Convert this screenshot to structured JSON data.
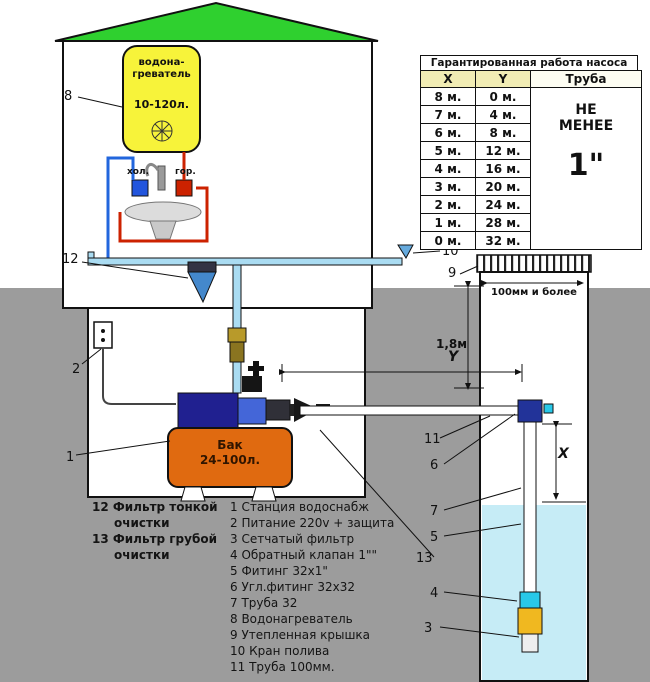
{
  "table": {
    "title": "Гарантированная работа насоса",
    "col_x": "X",
    "col_y": "Y",
    "col_pipe": "Труба",
    "pipe_note_l1": "НЕ",
    "pipe_note_l2": "МЕНЕЕ",
    "pipe_size": "1\"",
    "rows": [
      {
        "x": "8 м.",
        "y": "0 м."
      },
      {
        "x": "7 м.",
        "y": "4 м."
      },
      {
        "x": "6 м.",
        "y": "8 м."
      },
      {
        "x": "5 м.",
        "y": "12 м."
      },
      {
        "x": "4 м.",
        "y": "16 м."
      },
      {
        "x": "3 м.",
        "y": "20 м."
      },
      {
        "x": "2 м.",
        "y": "24 м."
      },
      {
        "x": "1 м.",
        "y": "28 м."
      },
      {
        "x": "0 м.",
        "y": "32 м."
      }
    ]
  },
  "house": {
    "heater_l1": "водона-",
    "heater_l2": "греватель",
    "heater_cap": "10-120л.",
    "cold": "хол.",
    "hot": "гор."
  },
  "tank": {
    "l1": "Бак",
    "l2": "24-100л."
  },
  "dimensions": {
    "depth": "1,8м",
    "y": "Y",
    "x": "X",
    "well_width": "100мм и более"
  },
  "callouts": {
    "1": "1",
    "2": "2",
    "3": "3",
    "4": "4",
    "5": "5",
    "6": "6",
    "7": "7",
    "8": "8",
    "9": "9",
    "10": "10",
    "11": "11",
    "12": "12",
    "13": "13"
  },
  "legend_left": {
    "i12_l1": "12 Фильтр тонкой",
    "i12_l2": "очистки",
    "i13_l1": "13 Фильтр грубой",
    "i13_l2": "очистки"
  },
  "legend": {
    "items": [
      "1 Станция водоснабж",
      "2 Питание 220v + защита",
      "3 Сетчатый фильтр",
      "4 Обратный клапан 1\"\"",
      "5 Фитинг 32х1\"",
      "6 Угл.фитинг 32х32",
      "7 Труба 32",
      "8 Водонагреватель",
      "9 Утепленная крышка",
      "10 Кран полива",
      "11 Труба 100мм."
    ]
  },
  "colors": {
    "ground": "#9c9c9c",
    "roof": "#2fd02f",
    "heater": "#f7f33a",
    "tank": "#e06a10",
    "water": "#c6ecf6",
    "pipe": "#aadcf2",
    "pump_navy": "#202090",
    "accent_cyan": "#28c8e8",
    "well_pump_yellow": "#f0b820"
  }
}
